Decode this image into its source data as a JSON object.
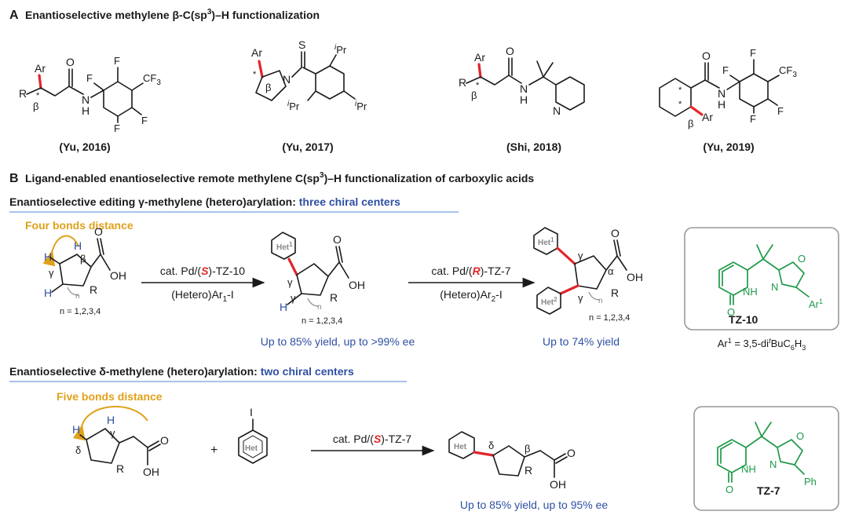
{
  "panel_a": {
    "letter": "A",
    "title": "Enantioselective methylene β-C(sp",
    "title_sup": "3",
    "title_end": ")–H functionalization",
    "refs": [
      "(Yu, 2016)",
      "(Yu, 2017)",
      "(Shi, 2018)",
      "(Yu, 2019)"
    ]
  },
  "panel_b": {
    "letter": "B",
    "title": "Ligand-enabled enantioselective remote methylene C(sp",
    "title_sup": "3",
    "title_end": ")–H functionalization of carboxylic acids"
  },
  "gamma": {
    "heading_prefix": "Enantioselective editing γ-methylene (hetero)arylation: ",
    "heading_emph": "three chiral centers",
    "distance": "Four bonds distance",
    "n_label": "n = 1,2,3,4",
    "step1_top_pre": "cat. Pd/(",
    "step1_top_s": "S",
    "step1_top_post": ")-TZ-10",
    "step1_bottom": "(Hetero)Ar",
    "step1_bottom_sub": "1",
    "step1_bottom_end": "-I",
    "step2_top_pre": "cat. Pd/(",
    "step2_top_s": "R",
    "step2_top_post": ")-TZ-7",
    "step2_bottom": "(Hetero)Ar",
    "step2_bottom_sub": "2",
    "step2_bottom_end": "-I",
    "yield1": "Up to 85% yield, up to >99% ee",
    "yield2": "Up to 74% yield"
  },
  "delta": {
    "heading_prefix": "Enantioselective δ-methylene (hetero)arylation: ",
    "heading_emph": "two chiral centers",
    "distance": "Five bonds distance",
    "step_top_pre": "cat. Pd/(",
    "step_top_s": "S",
    "step_top_post": ")-TZ-7",
    "yield": "Up to 85% yield, up to 95% ee"
  },
  "ligands": {
    "tz10": "TZ-10",
    "tz7": "TZ-7",
    "ar1_def_pre": "Ar",
    "ar1_def_sup": "1",
    "ar1_def_mid": " = 3,5-di",
    "ar1_def_sup2": "t",
    "ar1_def_end": "BuC",
    "ar1_def_sub1": "6",
    "ar1_def_h": "H",
    "ar1_def_sub2": "3"
  },
  "atoms": {
    "ar": "Ar",
    "r": "R",
    "beta": "β",
    "gamma": "γ",
    "delta": "δ",
    "alpha": "α",
    "star": "*",
    "o": "O",
    "n": "N",
    "h": "H",
    "nh": "NH",
    "oh": "OH",
    "s": "S",
    "cf3": "CF",
    "cf3_sub": "3",
    "f": "F",
    "ipr": "Pr",
    "i": "i",
    "het": "Het",
    "het1": "Het",
    "sup1": "1",
    "sup2": "2",
    "iodo": "I",
    "ph": "Ph",
    "ar1": "Ar",
    "n_sub": "n"
  },
  "colors": {
    "accent_blue": "#2e4fa3",
    "orange": "#e0a11a",
    "red": "#e0262b",
    "green": "#1f9a4a",
    "underline": "#a9c4ec"
  }
}
